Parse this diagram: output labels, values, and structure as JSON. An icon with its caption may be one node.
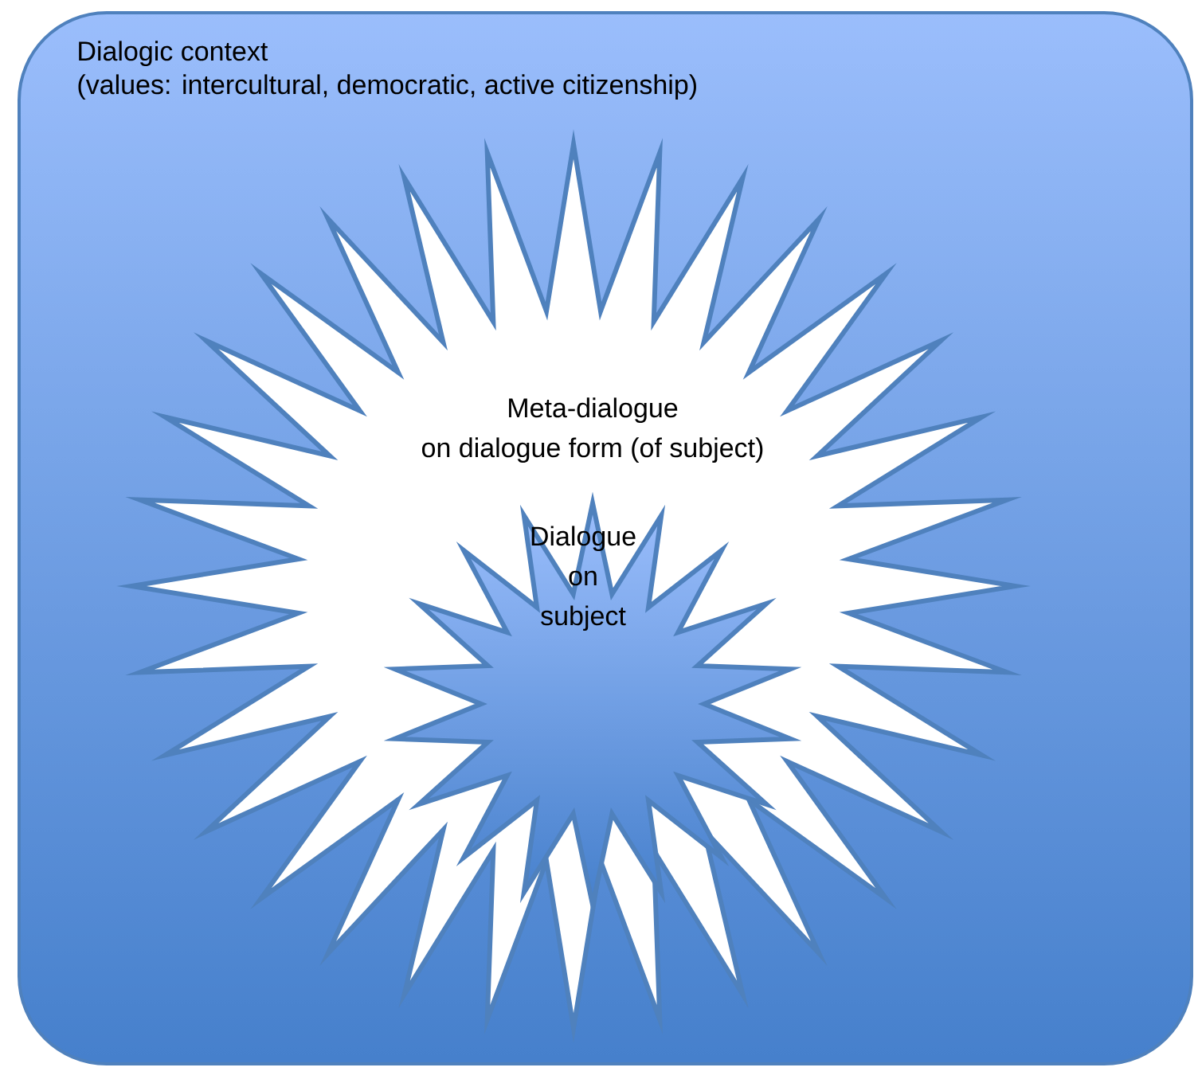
{
  "diagram": {
    "nodes": [
      {
        "text": [
          "Dialogic context",
          "(values: intercultural, democratic, active citizenship)"
        ]
      },
      {
        "text": [
          "Meta-dialogue",
          "on dialogue form (of subject)"
        ],
        "in": 0
      },
      {
        "text": [
          "Dialogue on subject"
        ],
        "in": 1
      }
    ]
  }
}
